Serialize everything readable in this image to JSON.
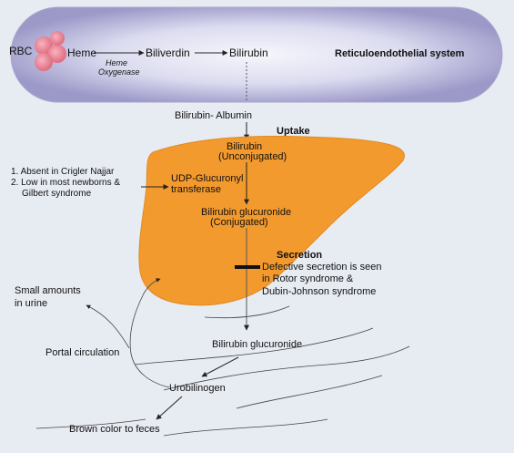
{
  "colors": {
    "background": "#e7ebf2",
    "liver": "#f39a2e",
    "rbc": "#e87a8c",
    "capsule_edge": "#8f8bbf",
    "capsule_center": "#f4f4fb"
  },
  "capsule": {
    "rbc_label": "RBC",
    "heme": "Heme",
    "enzyme_line1": "Heme",
    "enzyme_line2": "Oxygenase",
    "biliverdin": "Biliverdin",
    "bilirubin": "Bilirubin",
    "title": "Reticuloendothelial system"
  },
  "transport": {
    "bilirubin_albumin": "Bilirubin- Albumin",
    "uptake": "Uptake"
  },
  "liver": {
    "bilirubin_line1": "Bilirubin",
    "bilirubin_line2": "(Unconjugated)",
    "enzyme_line1": "UDP-Glucuronyl",
    "enzyme_line2": "transferase",
    "glucuronide_line1": "Bilirubin glucuronide",
    "glucuronide_line2": "(Conjugated)"
  },
  "deficiency_notes": {
    "line1": "1. Absent in Crigler Najjar",
    "line2": "2. Low in most newborns &",
    "line3": "Gilbert syndrome"
  },
  "secretion": {
    "heading": "Secretion",
    "line1": "Defective secretion is seen",
    "line2": "in Rotor syndrome &",
    "line3": "Dubin-Johnson syndrome"
  },
  "intestine": {
    "glucuronide": "Bilirubin glucuronide",
    "urobilinogen": "Urobilinogen",
    "feces": "Brown color to feces",
    "urine_line1": "Small amounts",
    "urine_line2": "in urine",
    "portal": "Portal circulation"
  }
}
